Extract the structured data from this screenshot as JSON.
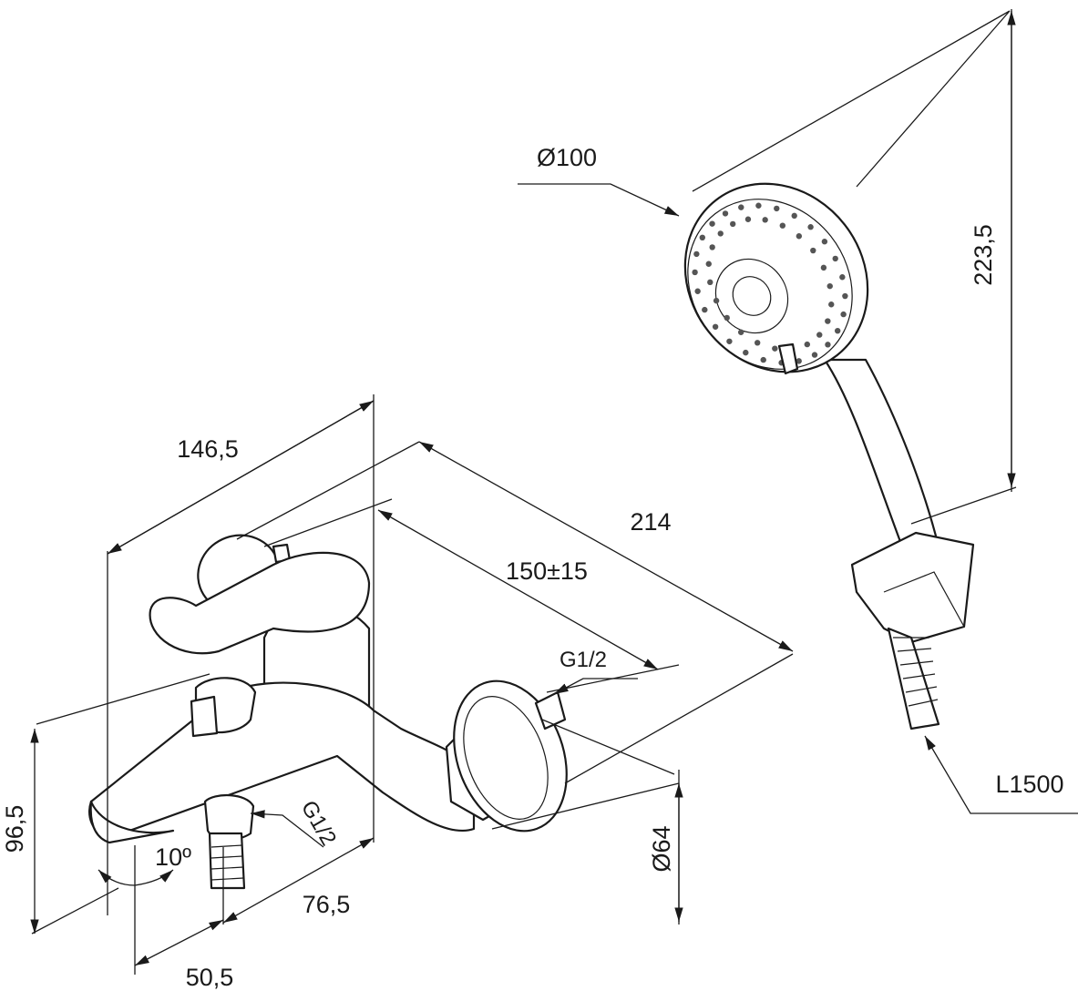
{
  "title": "Bath/shower mixer with hand shower - dimensional drawing",
  "dimensions": {
    "shower_head_diameter": "Ø100",
    "shower_height": "223,5",
    "hose_length": "L1500",
    "mixer_depth": "146,5",
    "total_length": "214",
    "center_distance": "150±15",
    "inlet_thread": "G1/2",
    "outlet_thread": "G1/2",
    "height": "96,5",
    "flange_diameter": "Ø64",
    "spout_offset": "76,5",
    "spout_projection": "50,5",
    "spout_angle": "10º"
  },
  "colors": {
    "line": "#1a1a1a",
    "background": "#ffffff"
  }
}
